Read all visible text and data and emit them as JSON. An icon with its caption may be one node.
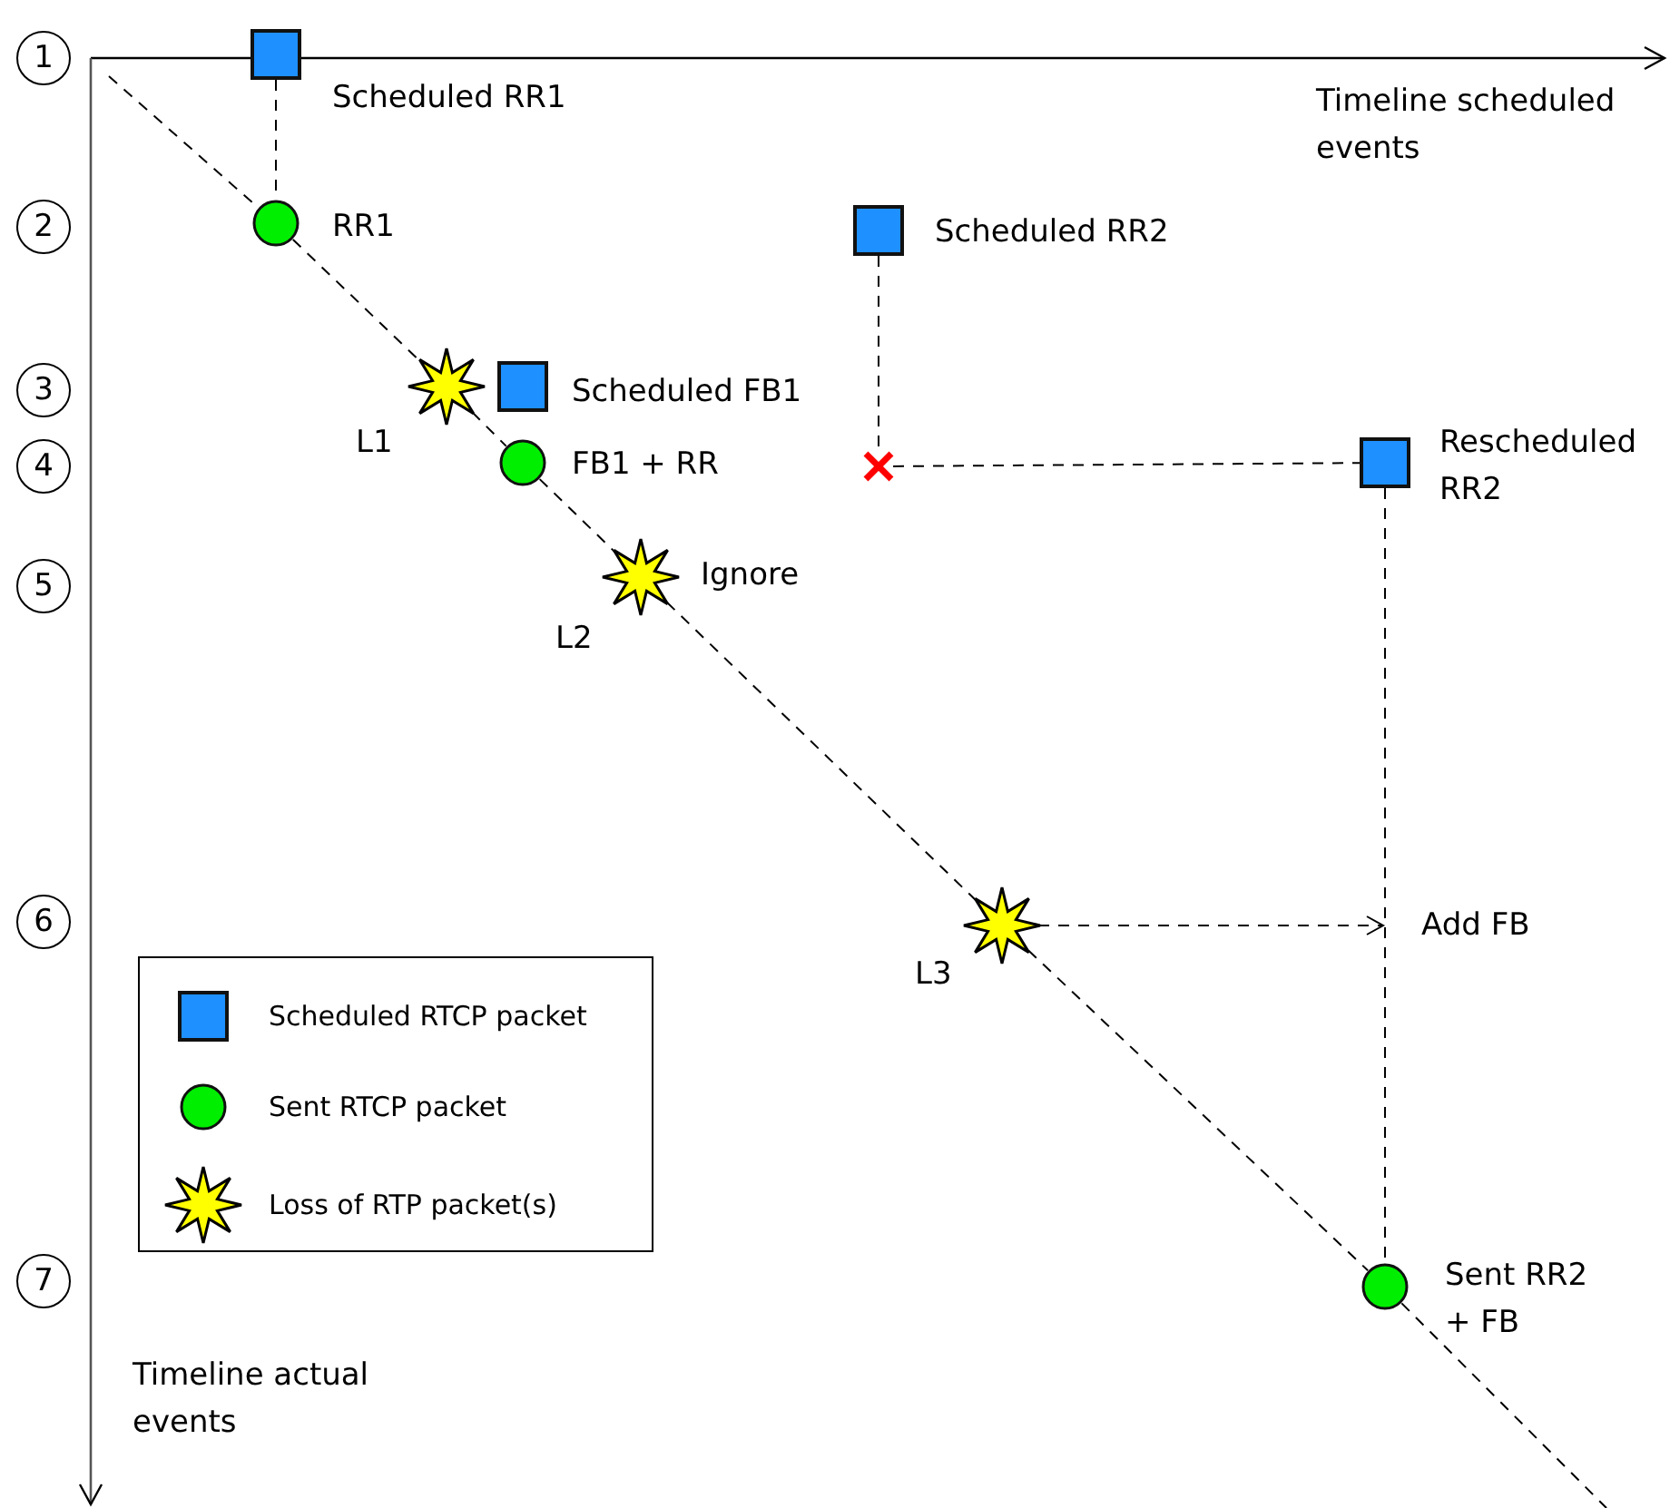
{
  "diagram": {
    "nodes": [
      {
        "text": [
          "1"
        ]
      },
      {
        "text": [
          "2"
        ]
      },
      {
        "text": [
          "3"
        ]
      },
      {
        "text": [
          "4"
        ]
      },
      {
        "text": [
          "5"
        ]
      },
      {
        "text": [
          "6"
        ]
      },
      {
        "text": [
          "7"
        ]
      },
      {
        "text": [],
        "shape": "box",
        "beside": [
          "Scheduled RR1"
        ]
      },
      {
        "text": [],
        "shape": "circle",
        "beside": [
          "RR1"
        ]
      },
      {
        "text": [],
        "shape": "box",
        "beside": [
          "Scheduled RR2"
        ]
      },
      {
        "text": [],
        "shape": "star",
        "beside": [
          "L1"
        ]
      },
      {
        "text": [],
        "shape": "box",
        "beside": [
          "Scheduled FB1"
        ]
      },
      {
        "text": [],
        "shape": "circle",
        "beside": [
          "FB1 + RR"
        ]
      },
      {
        "text": [],
        "shape": "cross"
      },
      {
        "text": [],
        "shape": "box",
        "beside": [
          "Rescheduled RR2"
        ]
      },
      {
        "text": [],
        "shape": "star",
        "beside": [
          "Ignore",
          "L2"
        ]
      },
      {
        "text": [],
        "shape": "star",
        "beside": [
          "L3"
        ]
      },
      {
        "text": [],
        "shape": "circle",
        "beside": [
          "Sent RR2 + FB"
        ]
      }
    ],
    "edges": [
      {
        "from": null,
        "to": 8,
        "arrow": "none",
        "style": "dashed"
      },
      {
        "from": 8,
        "to": 10,
        "arrow": "none",
        "style": "dashed"
      },
      {
        "from": 10,
        "to": 12,
        "arrow": "none",
        "style": "dashed"
      },
      {
        "from": 12,
        "to": 15,
        "arrow": "none",
        "style": "dashed"
      },
      {
        "from": 15,
        "to": 16,
        "arrow": "none",
        "style": "dashed"
      },
      {
        "from": 16,
        "to": 17,
        "arrow": "none",
        "style": "dashed"
      },
      {
        "from": 17,
        "to": null,
        "arrow": "none",
        "style": "dashed"
      },
      {
        "from": 7,
        "to": 8,
        "arrow": "none",
        "style": "dashed"
      },
      {
        "from": 9,
        "to": 13,
        "arrow": "none",
        "style": "dashed"
      },
      {
        "from": 13,
        "to": 14,
        "arrow": "none",
        "style": "dashed"
      },
      {
        "from": 14,
        "to": 17,
        "arrow": "none",
        "style": "dashed"
      },
      {
        "from": 16,
        "to": null,
        "arrow": "to",
        "style": "dashed",
        "label": "Add FB"
      }
    ],
    "labels": [
      "Timeline scheduled events",
      "Timeline actual events"
    ],
    "legend": [
      {
        "text": "Scheduled RTCP packet"
      },
      {
        "text": "Sent RTCP packet"
      },
      {
        "text": "Loss of RTP packet(s)"
      }
    ]
  }
}
